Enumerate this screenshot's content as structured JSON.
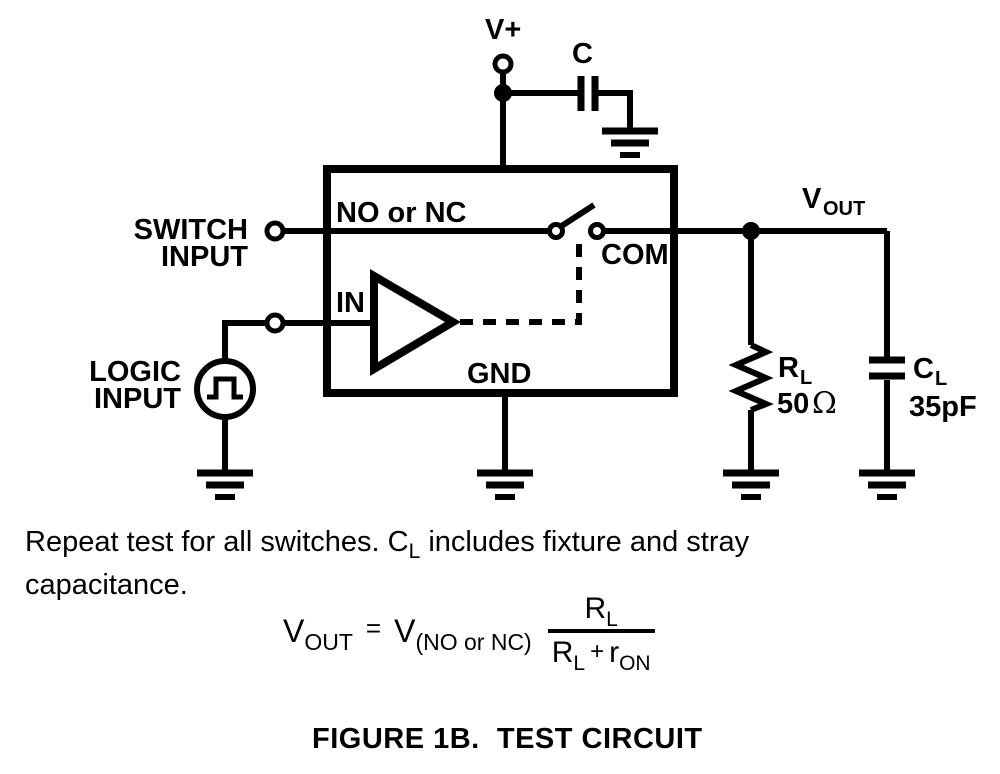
{
  "colors": {
    "ink": "#000000",
    "background": "#ffffff"
  },
  "diagram": {
    "supply_label": "V+",
    "bypass_cap_label": "C",
    "box_pins": {
      "no_or_nc": "NO or NC",
      "com": "COM",
      "in": "IN",
      "gnd": "GND"
    },
    "switch_input_label": [
      "SWITCH",
      "INPUT"
    ],
    "logic_input_label": [
      "LOGIC",
      "INPUT"
    ],
    "vout": {
      "main": "V",
      "sub": "OUT"
    },
    "load_resistor": {
      "main": "R",
      "sub": "L",
      "value_num": "50",
      "value_unit": "Ω"
    },
    "load_capacitor": {
      "main": "C",
      "sub": "L",
      "value": "35pF"
    }
  },
  "note": {
    "line1_before_sub": "Repeat test for all switches. C",
    "line1_sub": "L",
    "line1_after_sub": " includes fixture and stray",
    "line2": "capacitance."
  },
  "formula": {
    "lhs_main": "V",
    "lhs_sub": "OUT",
    "equals": "=",
    "rhs_main": "V",
    "rhs_sub": "(NO or NC)",
    "num_main": "R",
    "num_sub": "L",
    "den_r": "R",
    "den_r_sub": "L",
    "den_plus": "+",
    "den_ron": "r",
    "den_ron_sub": "ON"
  },
  "caption": "FIGURE 1B.  TEST CIRCUIT"
}
